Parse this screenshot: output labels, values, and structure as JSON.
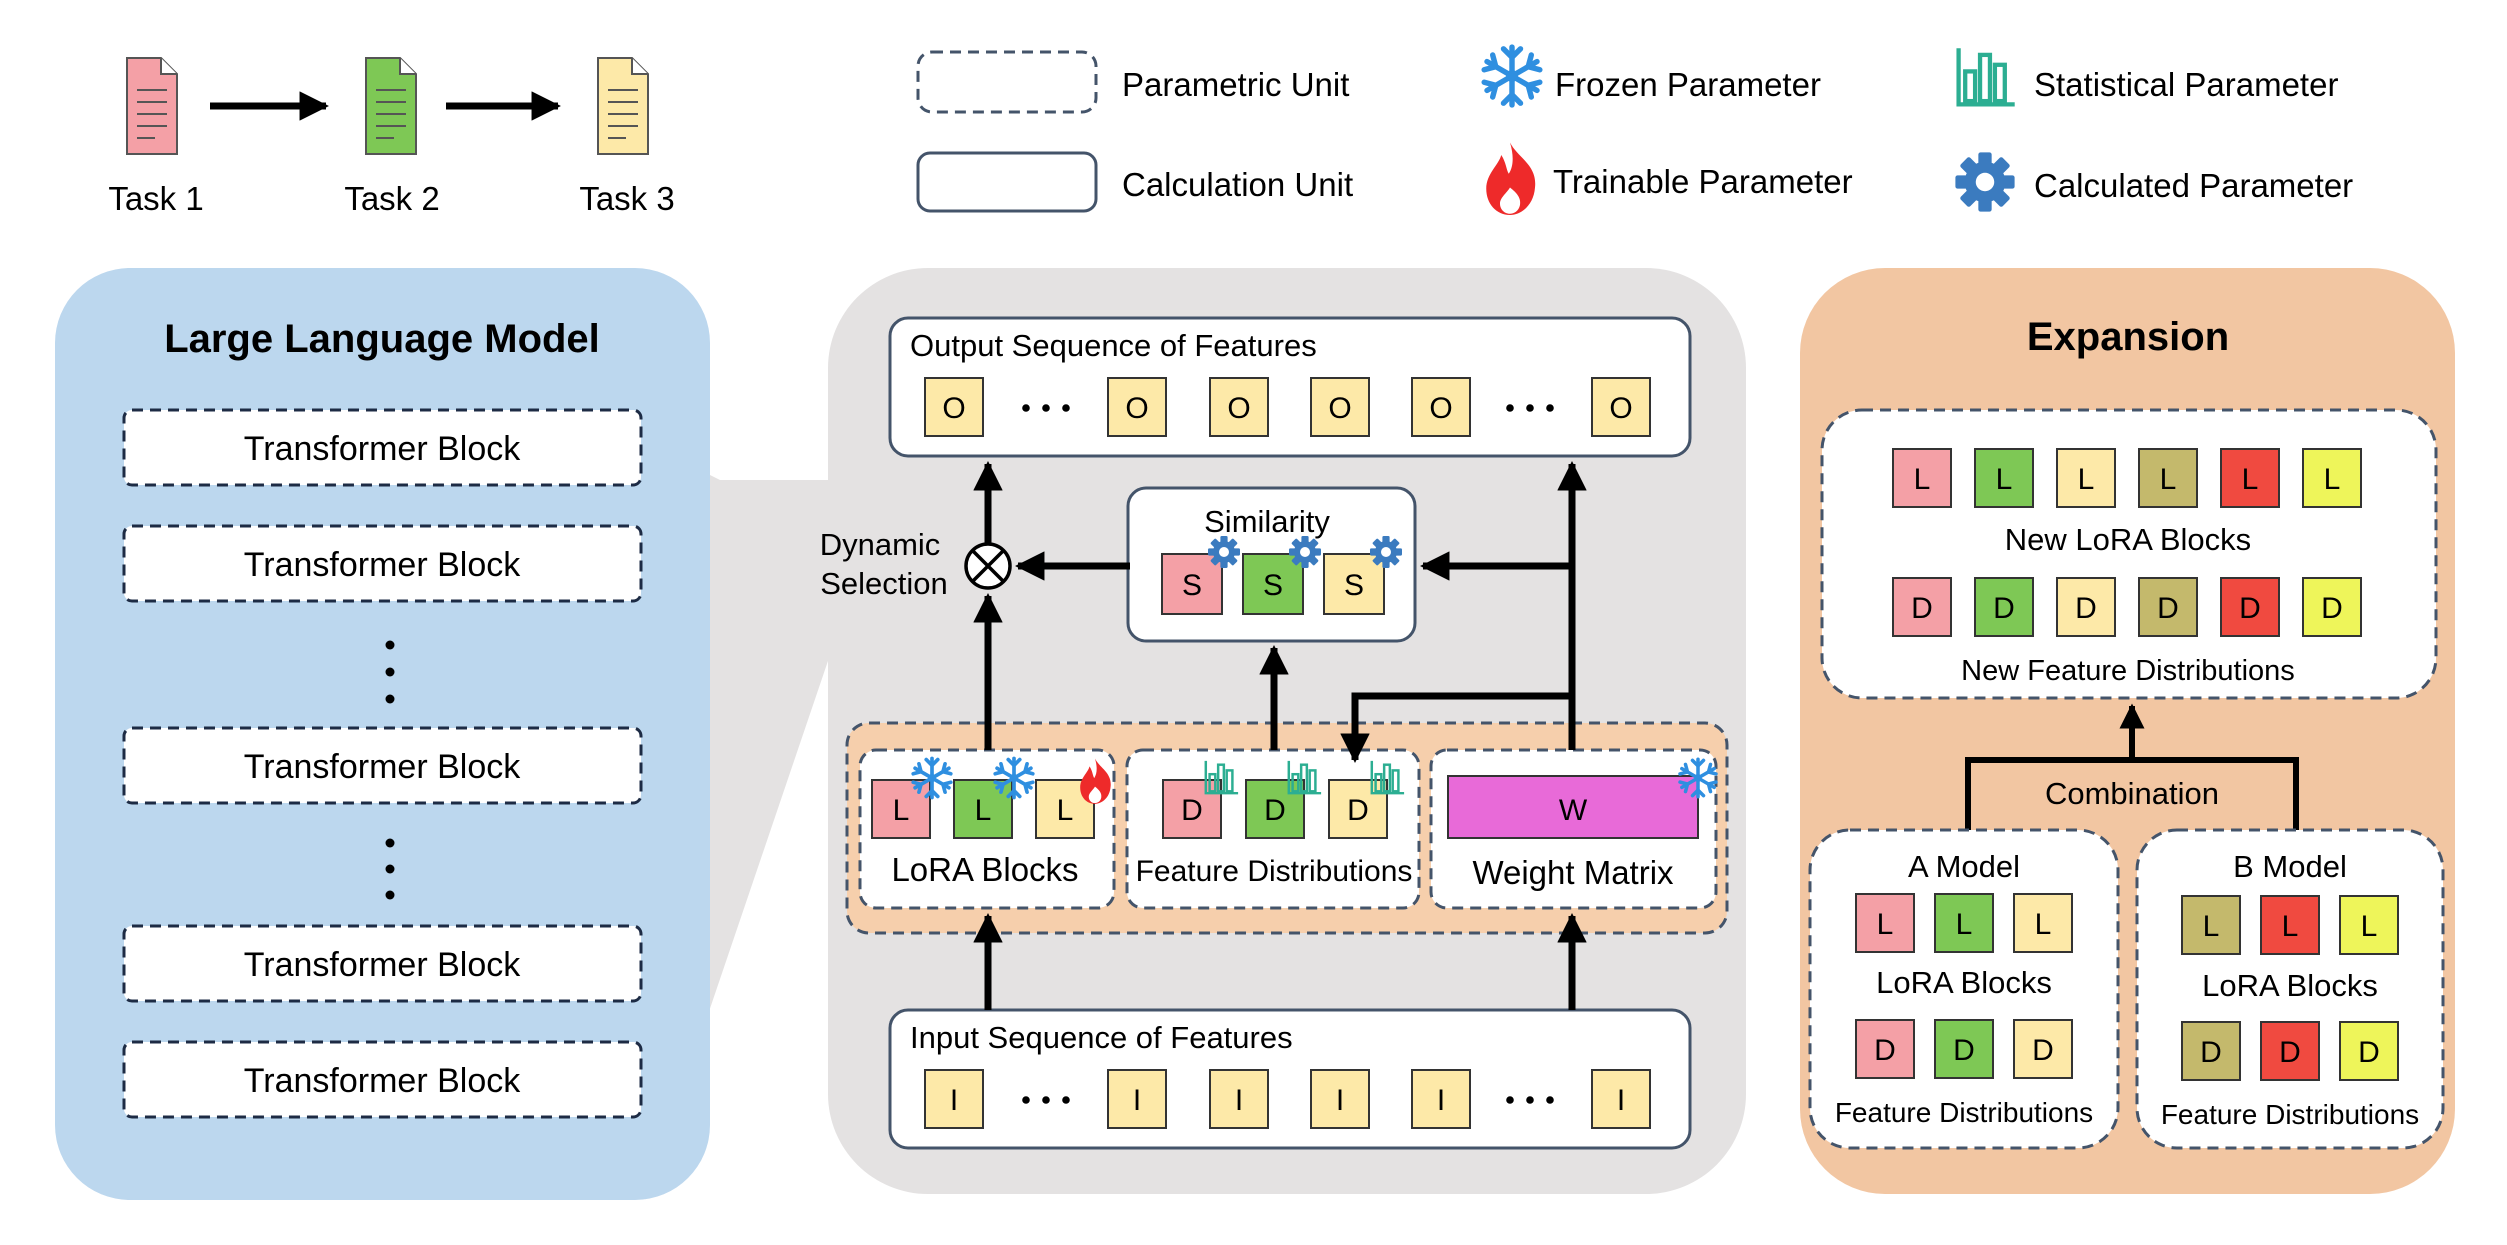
{
  "legend": {
    "tasks": [
      "Task 1",
      "Task 2",
      "Task 3"
    ],
    "parametric_unit": "Parametric Unit",
    "calculation_unit": "Calculation Unit",
    "frozen_parameter": "Frozen Parameter",
    "trainable_parameter": "Trainable Parameter",
    "statistical_parameter": "Statistical Parameter",
    "calculated_parameter": "Calculated Parameter"
  },
  "llm": {
    "title": "Large Language Model",
    "block_label": "Transformer Block",
    "ellipsis": "⋮"
  },
  "center": {
    "output_title": "Output Sequence of  Features",
    "output_token": "O",
    "input_title": "Input Sequence of Features",
    "input_token": "I",
    "dots": "···",
    "similarity_title": "Similarity",
    "similarity_token": "S",
    "dynamic_selection": [
      "Dynamic",
      "Selection"
    ],
    "lora_blocks": "LoRA Blocks",
    "lora_token": "L",
    "feature_distributions": "Feature Distributions",
    "dist_token": "D",
    "weight_matrix": "Weight Matrix",
    "weight_token": "W"
  },
  "expansion": {
    "title": "Expansion",
    "new_lora": "New LoRA Blocks",
    "new_dist": "New Feature Distributions",
    "combination": "Combination",
    "a_model": "A Model",
    "b_model": "B Model",
    "lora_blocks": "LoRA Blocks",
    "feature_distributions": "Feature Distributions",
    "lora_token": "L",
    "dist_token": "D"
  },
  "colors": {
    "pink": "#f4a0a6",
    "green": "#7ec855",
    "cream": "#fde9a8",
    "olive": "#c4b96c",
    "red": "#f04a40",
    "yellow": "#eef55a",
    "magenta": "#e86ad8",
    "llm_bg": "#bcd7ee",
    "center_bg": "#e4e2e2",
    "expansion_bg": "#f2c6a2",
    "peach_row": "#f6cfac",
    "unit_border": "#44546a",
    "gear": "#3b7bbf",
    "snow": "#2f8fe0",
    "flame": "#ee2a2a",
    "stat": "#2cae92"
  }
}
